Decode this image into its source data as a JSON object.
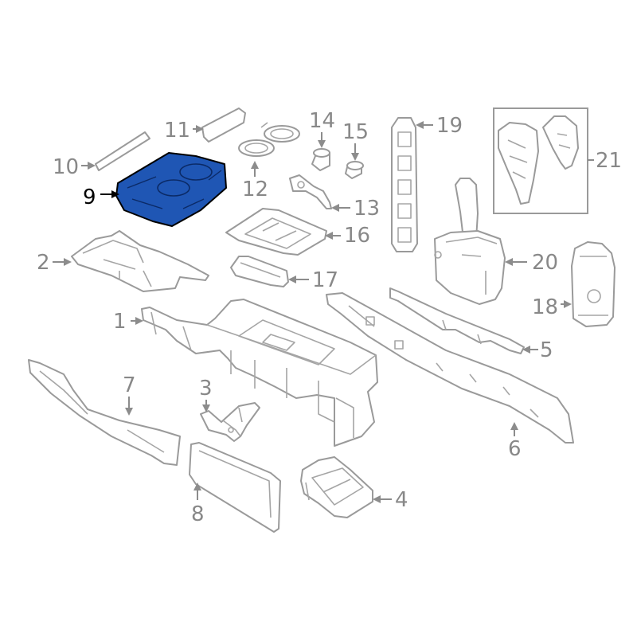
{
  "highlight_color": "#1f56b4",
  "callouts": [
    {
      "id": "1",
      "label": "1"
    },
    {
      "id": "2",
      "label": "2"
    },
    {
      "id": "3",
      "label": "3"
    },
    {
      "id": "4",
      "label": "4"
    },
    {
      "id": "5",
      "label": "5"
    },
    {
      "id": "6",
      "label": "6"
    },
    {
      "id": "7",
      "label": "7"
    },
    {
      "id": "8",
      "label": "8"
    },
    {
      "id": "9",
      "label": "9",
      "highlighted": true
    },
    {
      "id": "10",
      "label": "10"
    },
    {
      "id": "11",
      "label": "11"
    },
    {
      "id": "12",
      "label": "12"
    },
    {
      "id": "13",
      "label": "13"
    },
    {
      "id": "14",
      "label": "14"
    },
    {
      "id": "15",
      "label": "15"
    },
    {
      "id": "16",
      "label": "16"
    },
    {
      "id": "17",
      "label": "17"
    },
    {
      "id": "18",
      "label": "18"
    },
    {
      "id": "19",
      "label": "19"
    },
    {
      "id": "20",
      "label": "20"
    },
    {
      "id": "21",
      "label": "21"
    }
  ]
}
